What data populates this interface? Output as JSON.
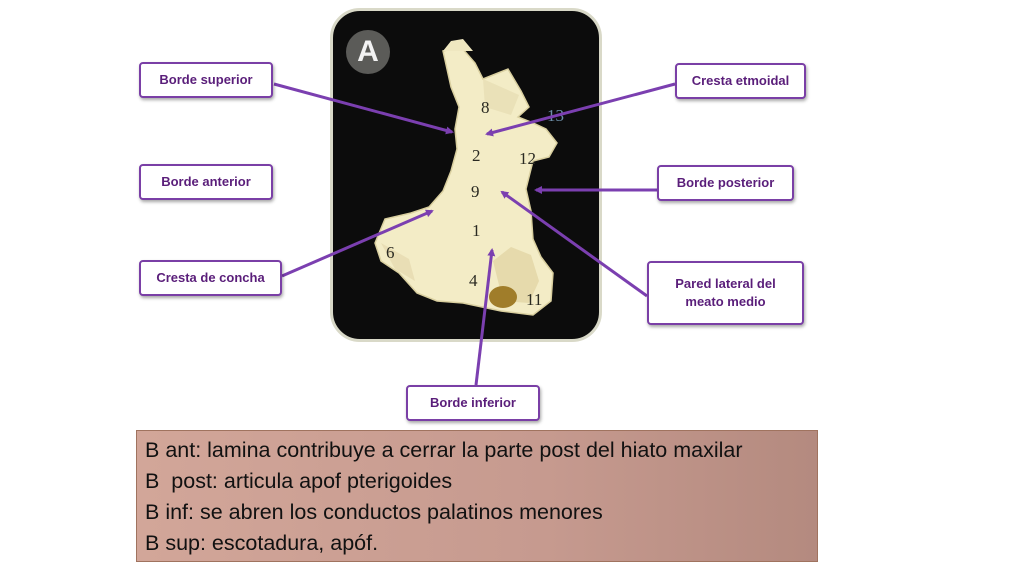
{
  "figure": {
    "badge": "A",
    "numbers": [
      "8",
      "13",
      "2",
      "12",
      "9",
      "1",
      "6",
      "4",
      "11"
    ]
  },
  "labels": {
    "borde_superior": "Borde superior",
    "borde_anterior": "Borde anterior",
    "cresta_de_concha": "Cresta de concha",
    "cresta_etmoidal": "Cresta etmoidal",
    "borde_posterior": "Borde posterior",
    "pared_lateral_line1": "Pared lateral del",
    "pared_lateral_line2": "meato medio",
    "borde_inferior": "Borde inferior"
  },
  "notes": [
    "B ant: lamina contribuye a cerrar la parte post del hiato maxilar",
    "B  post: articula apof pterigoides",
    "B inf: se abren los conductos palatinos menores",
    "B sup: escotadura, apóf."
  ],
  "colors": {
    "label_border": "#7a3fa6",
    "label_text": "#5a1e7a",
    "arrow": "#7b3fb0",
    "notes_background": "#c69a8f",
    "photo_background": "#0c0c0c",
    "bone": "#f3ecc6"
  }
}
